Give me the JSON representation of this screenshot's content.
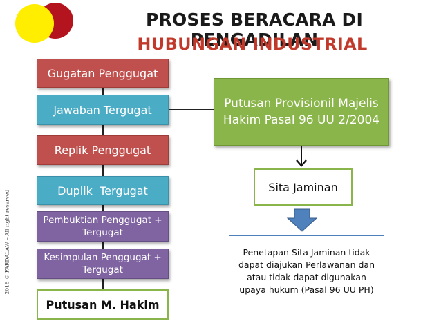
{
  "header": {
    "title_line1": "PROSES BERACARA DI PENGADILAN",
    "title_line2": "HUBUNGAN INDUSTRIAL"
  },
  "left_flow": [
    {
      "label": "Gugatan Penggugat",
      "color": "#c0504d"
    },
    {
      "label": "Jawaban Tergugat",
      "color": "#4bacc6"
    },
    {
      "label": "Replik Penggugat",
      "color": "#c0504d"
    },
    {
      "label": "Duplik  Tergugat",
      "color": "#4bacc6"
    },
    {
      "label": "Pembuktian Penggugat + Tergugat",
      "color": "#8064a2"
    },
    {
      "label": "Kesimpulan Penggugat + Tergugat",
      "color": "#8064a2"
    },
    {
      "label": "Putusan M. Hakim",
      "color": "#ffffff"
    }
  ],
  "right_flow": {
    "provisional": "Putusan Provisionil Majelis Hakim Pasal 96 UU 2/2004",
    "sita_jaminan": "Sita Jaminan",
    "penetapan": "Penetapan Sita Jaminan tidak dapat diajukan Perlawanan dan atau tidak dapat digunakan upaya hukum (Pasal 96 UU PH)"
  },
  "copyright": "2018 © FARDALAW – All right reserved",
  "colors": {
    "title_dark": "#1a1a1a",
    "title_red": "#c0392b",
    "logo_yellow": "#ffee00",
    "logo_red": "#b3141d",
    "green": "#8ab54a",
    "arrow_blue": "#4f81bd"
  }
}
